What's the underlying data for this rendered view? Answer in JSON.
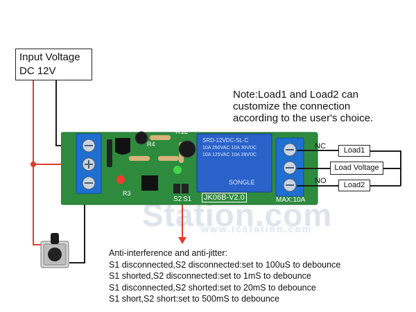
{
  "input_voltage": {
    "line1": "Input Voltage",
    "line2": "DC 12V"
  },
  "note": {
    "line1": "Note:Load1 and Load2 can",
    "line2": "customize the connection",
    "line3": "according to the user's choice."
  },
  "board": {
    "model": "JK06B-V2.0",
    "max": "MAX:10A",
    "relay_brand": "SONGLE",
    "relay_model": "SRD-12VDC-SL-C",
    "relay_rating1": "10A 250VAC  10A 30VDC",
    "relay_rating2": "10A 125VAC  10A 28VDC",
    "r12": "R12",
    "r4": "R4",
    "r3": "R3",
    "s2": "S2",
    "s1": "S1"
  },
  "terminals": {
    "nc": "NC",
    "no": "NO"
  },
  "loads": {
    "load1": "Load1",
    "load_voltage": "Load Voltage",
    "load2": "Load2"
  },
  "watermark": {
    "brand": "Station.com",
    "url": "www.icstation.com"
  },
  "debounce": {
    "title": "Anti-interference and anti-jitter:",
    "items": [
      "S1 disconnected,S2 disconnected:set to 100uS to debounce",
      "S1 shorted,S2 disconnected:set to 1mS to debounce",
      "S1 disconnected,S2 shorted:set to 20mS to debounce",
      "S1 short,S2 short:set to 500mS to debounce"
    ]
  },
  "colors": {
    "pcb": "#2e8b3e",
    "terminal": "#1f6fd1",
    "relay": "#2a62c9",
    "wire_red": "#e23a2e"
  }
}
